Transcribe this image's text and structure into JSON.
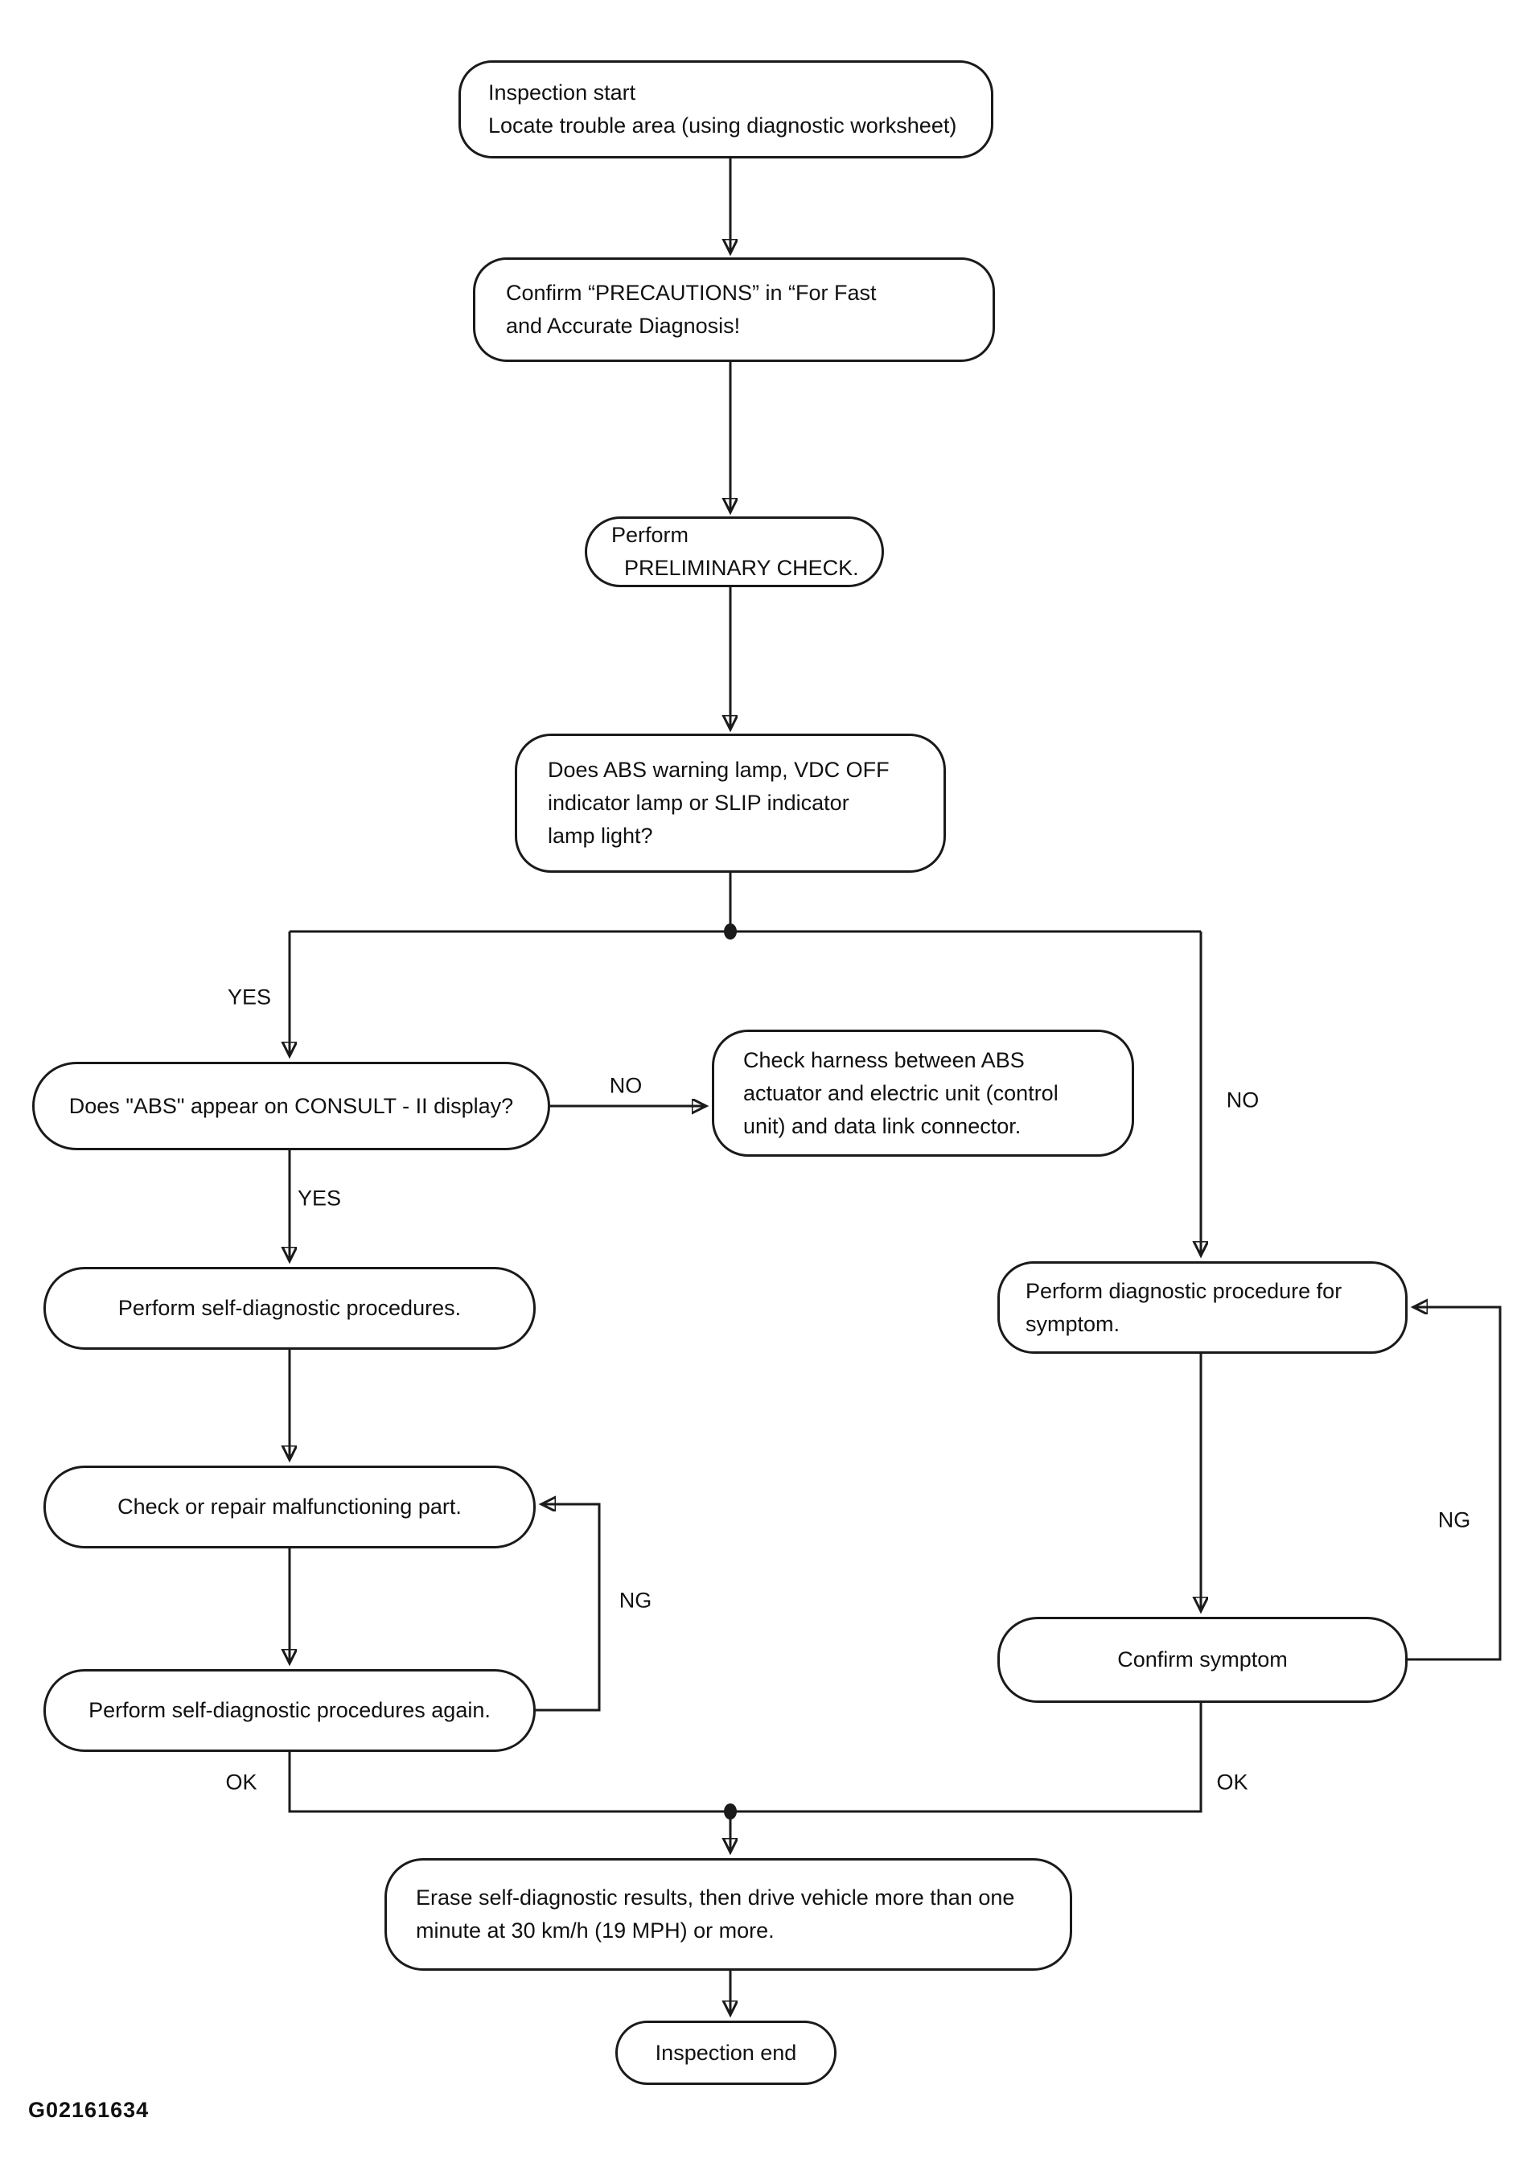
{
  "figure_id": "G02161634",
  "nodes": {
    "start": {
      "lines": [
        "Inspection start",
        "Locate trouble area (using diagnostic worksheet)"
      ]
    },
    "confirm_precautions": {
      "lines": [
        "Confirm “PRECAUTIONS” in “For Fast",
        "and Accurate Diagnosis!"
      ]
    },
    "preliminary_check": {
      "lines": [
        "Perform",
        "PRELIMINARY CHECK."
      ]
    },
    "warning_lamp_question": {
      "lines": [
        "Does ABS warning lamp, VDC OFF",
        "indicator lamp or SLIP indicator",
        "lamp light?"
      ]
    },
    "consult_question": {
      "lines": [
        "Does \"ABS\" appear on CONSULT - II display?"
      ]
    },
    "check_harness": {
      "lines": [
        "Check harness between ABS",
        "actuator and electric unit (control",
        "unit) and data link connector."
      ]
    },
    "diagnostic_for_symptom": {
      "lines": [
        "Perform diagnostic procedure for",
        "symptom."
      ]
    },
    "self_diagnostic": {
      "lines": [
        "Perform self-diagnostic procedures."
      ]
    },
    "check_repair": {
      "lines": [
        "Check or repair malfunctioning part."
      ]
    },
    "self_diagnostic_again": {
      "lines": [
        "Perform self-diagnostic procedures again."
      ]
    },
    "confirm_symptom": {
      "lines": [
        "Confirm symptom"
      ]
    },
    "erase_results": {
      "lines": [
        "Erase self-diagnostic results, then drive vehicle more than one",
        "minute at 30 km/h (19 MPH) or more."
      ]
    },
    "end": {
      "lines": [
        "Inspection end"
      ]
    }
  },
  "edge_labels": {
    "yes_branch": "YES",
    "no_branch": "NO",
    "no_to_harness": "NO",
    "yes_to_self_diagnostic": "YES",
    "ng_left_loop": "NG",
    "ng_right_loop": "NG",
    "ok_left": "OK",
    "ok_right": "OK"
  },
  "colors": {
    "line": "#1a1a1a",
    "background": "#ffffff",
    "text": "#111111"
  }
}
